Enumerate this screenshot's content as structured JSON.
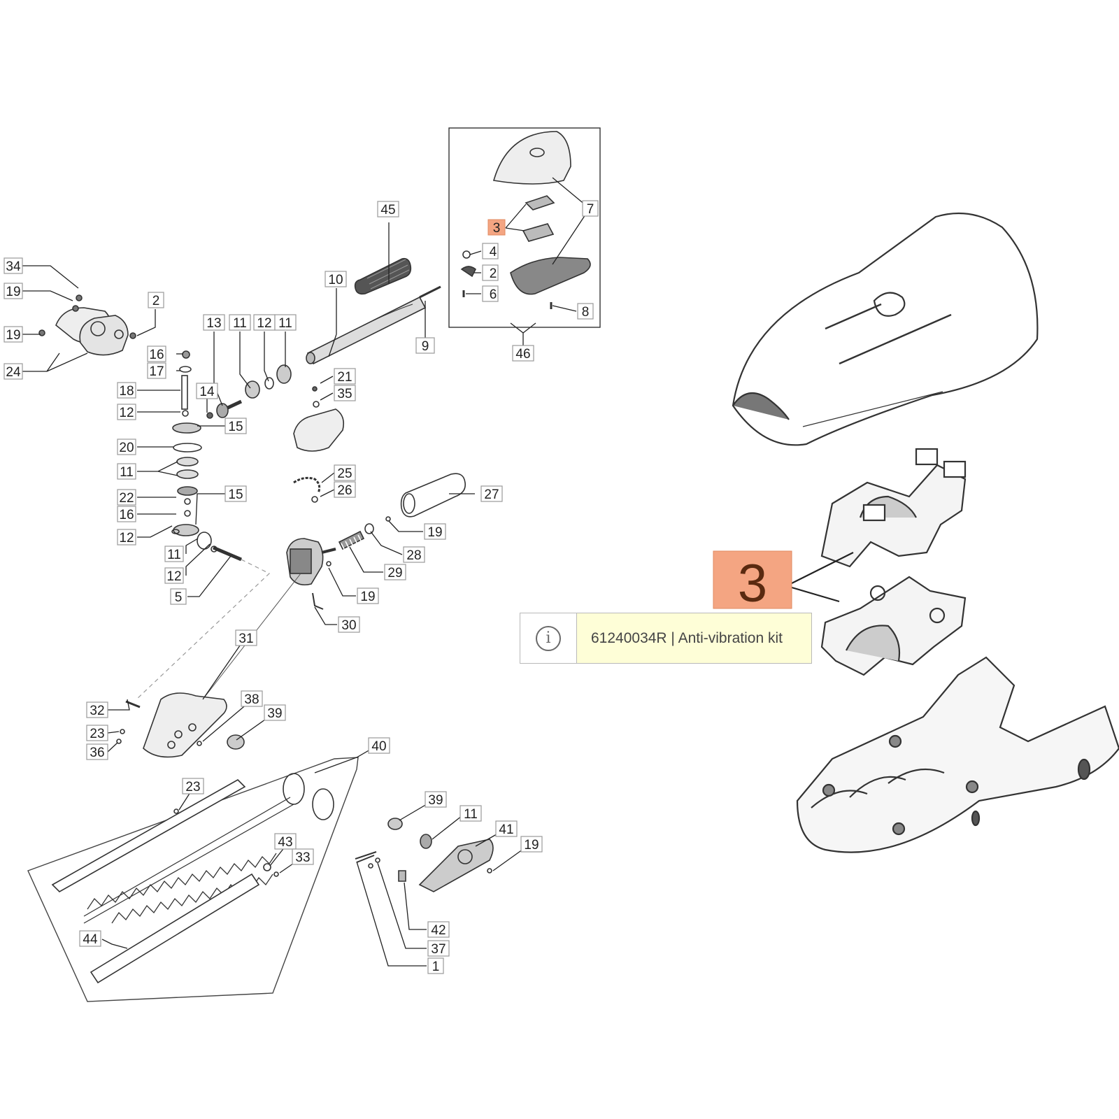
{
  "diagram": {
    "callouts": {
      "c34": "34",
      "c19a": "19",
      "c19b": "19",
      "c24": "24",
      "c2a": "2",
      "c16a": "16",
      "c17": "17",
      "c18": "18",
      "c12a": "12",
      "c14": "14",
      "c13": "13",
      "c11a": "11",
      "c12b": "12",
      "c11b": "11",
      "c15a": "15",
      "c20": "20",
      "c11c": "11",
      "c22": "22",
      "c16b": "16",
      "c15b": "15",
      "c12c": "12",
      "c11d": "11",
      "c12d": "12",
      "c5": "5",
      "c45": "45",
      "c10": "10",
      "c9": "9",
      "c21": "21",
      "c35": "35",
      "c25": "25",
      "c26": "26",
      "c27": "27",
      "c19c": "19",
      "c28": "28",
      "c29": "29",
      "c19d": "19",
      "c30": "30",
      "c31": "31",
      "c32": "32",
      "c23a": "23",
      "c36": "36",
      "c38": "38",
      "c39a": "39",
      "c40": "40",
      "c23b": "23",
      "c43": "43",
      "c33": "33",
      "c44": "44",
      "c39b": "39",
      "c11e": "11",
      "c41": "41",
      "c19e": "19",
      "c42": "42",
      "c37": "37",
      "c1": "1",
      "c3": "3",
      "c7": "7",
      "c4": "4",
      "c2b": "2",
      "c6": "6",
      "c8": "8",
      "c46": "46"
    },
    "highlight_label": "3",
    "highlight_color": "#f4a582"
  },
  "tooltip": {
    "icon": "info-circle-icon",
    "text": "61240034R | Anti-vibration kit",
    "background": "#fefed7"
  }
}
